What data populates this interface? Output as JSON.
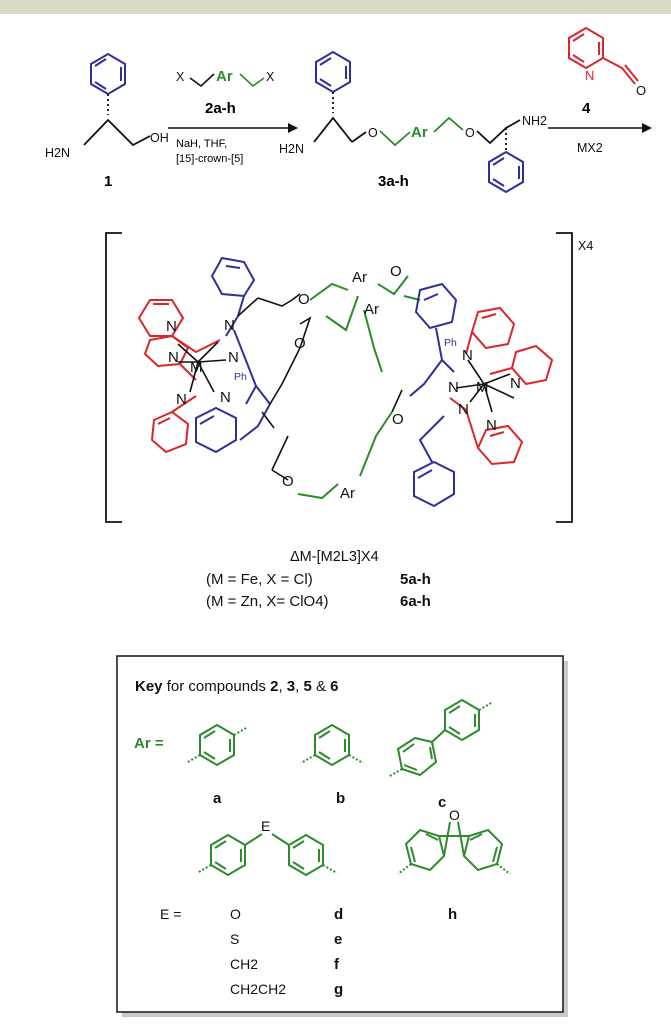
{
  "scheme": {
    "step1": {
      "compound1_number": "1",
      "h2n_label": "H2N",
      "oh_label": "OH",
      "reagent_x_label": "X",
      "reagent_ar_label": "Ar",
      "reagent_number": "2a-h",
      "conditions_line1": "NaH, THF,",
      "conditions_line2": "[15]-crown-[5]"
    },
    "step2": {
      "compound3_number": "3a-h",
      "o_label": "O",
      "ar_label": "Ar",
      "nh2_label": "NH2",
      "reagent_number": "4",
      "aldehyde_o_label": "O",
      "pyridine_n_label": "N",
      "conditions": "MX2"
    },
    "complex": {
      "counterion": "X4",
      "formula": "ΔM-[M2L3]X4",
      "fe_line_text": "(M = Fe, X = Cl)",
      "fe_compounds": "5a-h",
      "zn_line_text": "(M = Zn, X= ClO4)",
      "zn_compounds": "6a-h",
      "metal_label": "M",
      "nitrogen_label": "N",
      "oxygen_label": "O",
      "ar_label": "Ar",
      "ph_label": "Ph"
    }
  },
  "key": {
    "title_key": "Key",
    "title_rest": " for compounds ",
    "c2": "2",
    "sep1": ", ",
    "c3": "3",
    "sep2": ", ",
    "c5": "5",
    "amp": " & ",
    "c6": "6",
    "ar_equals": "Ar =",
    "labels": [
      "a",
      "b",
      "c",
      "d",
      "e",
      "f",
      "g",
      "h"
    ],
    "e_label": "E",
    "e_equals": "E =",
    "e_values": [
      "O",
      "S",
      "CH2",
      "CH2CH2"
    ],
    "dibenzofuran_o": "O"
  },
  "colors": {
    "blue": "#2e2f9a",
    "green": "#2d8a2d",
    "red": "#d8262c",
    "black": "#111111"
  }
}
